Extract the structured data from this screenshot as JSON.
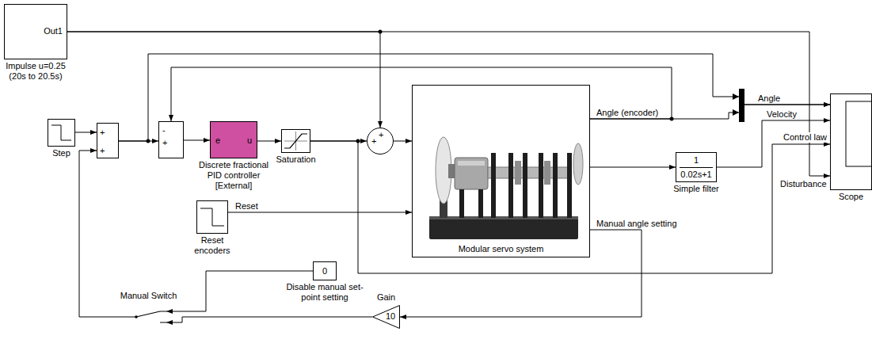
{
  "diagram": {
    "nodes": [
      {
        "text": [
          "Out1",
          "Impulse u=0.25 (20s to 20.5s)"
        ]
      },
      {
        "text": [
          "Step"
        ]
      },
      {
        "text": [
          "+",
          "+"
        ]
      },
      {
        "text": [
          "-",
          "+"
        ]
      },
      {
        "text": [
          "e",
          "u",
          "Discrete fractional PID controller [External]"
        ]
      },
      {
        "text": [
          "Saturation"
        ]
      },
      {
        "text": [
          "+",
          "+"
        ]
      },
      {
        "text": [
          "Modular servo system"
        ]
      },
      {
        "text": [
          "1",
          "0.02s+1",
          "Simple filter"
        ]
      },
      {
        "text": [
          "Scope"
        ]
      },
      {
        "text": [
          "Reset encoders"
        ]
      },
      {
        "text": [
          "0",
          "Disable manual set-point setting"
        ]
      },
      {
        "text": [
          "Manual Switch"
        ]
      },
      {
        "text": [
          "10",
          "Gain"
        ]
      }
    ],
    "edges": [
      {
        "from": 0,
        "to": 6,
        "arrow": "to"
      },
      {
        "from": 0,
        "to": 9,
        "arrow": "to",
        "label": "Disturbance"
      },
      {
        "from": 1,
        "to": 2,
        "arrow": "to"
      },
      {
        "from": 2,
        "to": 3,
        "arrow": "to"
      },
      {
        "from": 2,
        "to": 9,
        "arrow": "to",
        "label": "Angle"
      },
      {
        "from": 3,
        "to": 4,
        "arrow": "to"
      },
      {
        "from": 4,
        "to": 5,
        "arrow": "to"
      },
      {
        "from": 5,
        "to": 6,
        "arrow": "to"
      },
      {
        "from": 5,
        "to": 9,
        "arrow": "to",
        "label": "Control law"
      },
      {
        "from": 6,
        "to": 7,
        "arrow": "to"
      },
      {
        "from": 7,
        "to": 3,
        "arrow": "to"
      },
      {
        "from": 7,
        "to": 9,
        "arrow": "to",
        "label": "Angle (encoder)"
      },
      {
        "from": 7,
        "to": 8,
        "arrow": "to"
      },
      {
        "from": 8,
        "to": 9,
        "arrow": "to",
        "label": "Velocity"
      },
      {
        "from": 10,
        "to": 7,
        "arrow": "to",
        "label": "Reset"
      },
      {
        "from": 7,
        "to": 13,
        "arrow": "to",
        "label": "Manual angle setting"
      },
      {
        "from": 13,
        "to": 12,
        "arrow": "to"
      },
      {
        "from": 11,
        "to": 12,
        "arrow": "to"
      },
      {
        "from": 12,
        "to": 2,
        "arrow": "to"
      }
    ]
  }
}
